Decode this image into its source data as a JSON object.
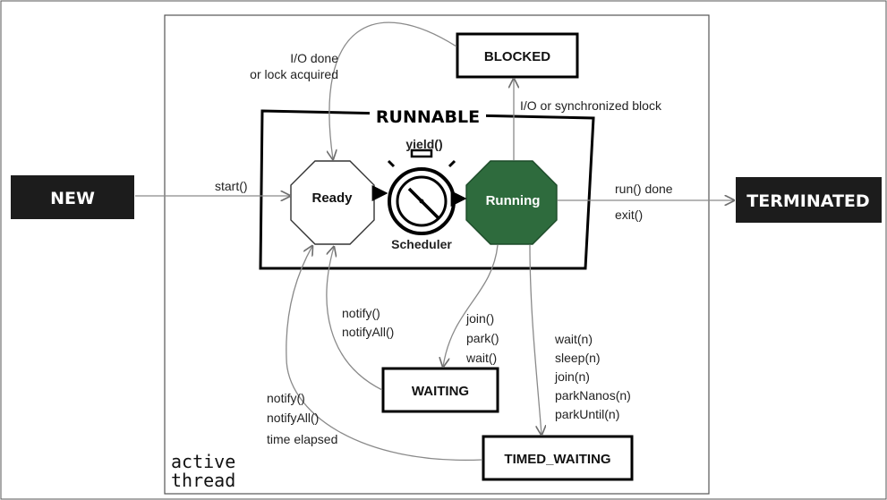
{
  "states": {
    "new": "NEW",
    "terminated": "TERMINATED",
    "runnable": "RUNNABLE",
    "ready": "Ready",
    "running": "Running",
    "blocked": "BLOCKED",
    "waiting": "WAITING",
    "timed_waiting": "TIMED_WAITING"
  },
  "scheduler": {
    "yield": "yield()",
    "label": "Scheduler"
  },
  "region": {
    "active_line1": "active",
    "active_line2": "thread"
  },
  "transitions": {
    "start": "start()",
    "run_done": "run() done",
    "exit": "exit()",
    "io_sync": "I/O or synchronized block",
    "io_done_line1": "I/O done",
    "io_done_line2": "or lock acquired",
    "waiting_out_line1": "notify()",
    "waiting_out_line2": "notifyAll()",
    "to_waiting_line1": "join()",
    "to_waiting_line2": "park()",
    "to_waiting_line3": "wait()",
    "to_timed_line1": "wait(n)",
    "to_timed_line2": "sleep(n)",
    "to_timed_line3": "join(n)",
    "to_timed_line4": "parkNanos(n)",
    "to_timed_line5": "parkUntil(n)",
    "timed_out_line1": "notify()",
    "timed_out_line2": "notifyAll()",
    "timed_out_line3": "time elapsed"
  },
  "colors": {
    "dark_box": "#1c1c1c",
    "running_fill": "#2e6b3d",
    "edge": "#8a8a8a"
  },
  "icons": {
    "stopwatch": "stopwatch-icon"
  }
}
